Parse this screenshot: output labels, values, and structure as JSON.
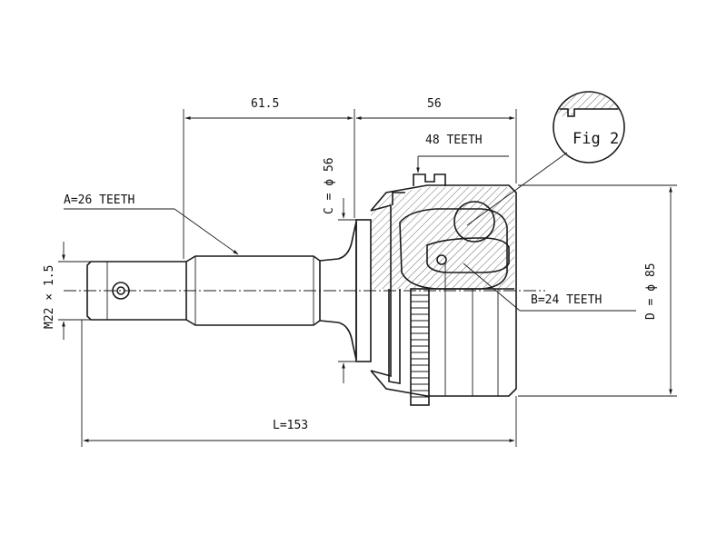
{
  "dimensions": {
    "shaft_length": "61.5",
    "housing_length": "56",
    "abs_teeth": "48 TEETH",
    "collar_diameter": "C = ϕ 56",
    "outer_spline": "A=26 TEETH",
    "thread": "M22 × 1.5",
    "inner_spline": "B=24 TEETH",
    "outer_diameter": "D = ϕ 85",
    "total_length": "L=153"
  },
  "detail": {
    "label": "Fig 2"
  }
}
